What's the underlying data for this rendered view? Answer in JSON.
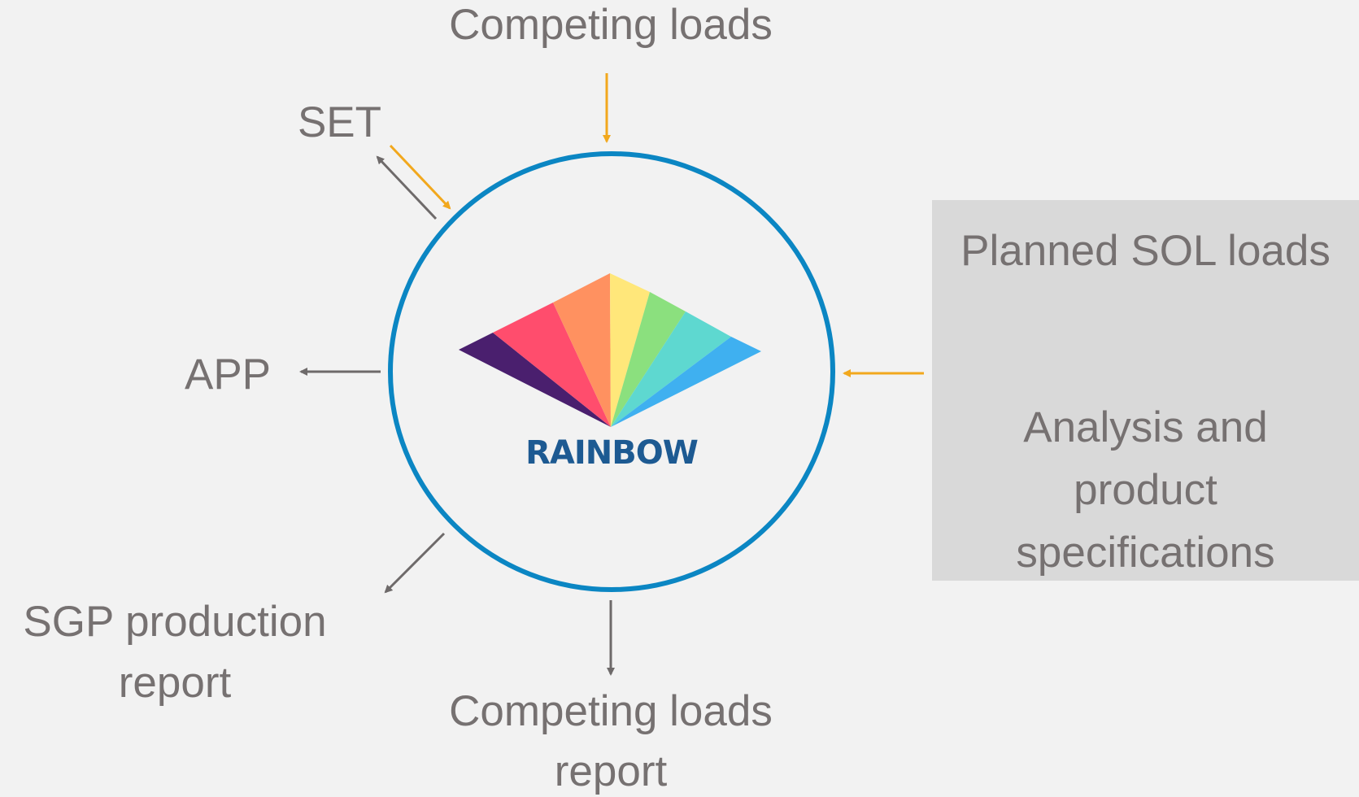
{
  "center": {
    "logo_text": "RAINBOW",
    "circle_color": "#0b86c3",
    "logo_colors": [
      "#4a1f6e",
      "#ff4d6d",
      "#ff9160",
      "#ffe77a",
      "#8be07e",
      "#5ed8d0",
      "#3fb0f0"
    ]
  },
  "labels": {
    "competing_loads_top": "Competing loads",
    "set": "SET",
    "app": "APP",
    "sgp_report_line1": "SGP production",
    "sgp_report_line2": "report",
    "competing_report_line1": "Competing loads",
    "competing_report_line2": "report"
  },
  "side_box": {
    "planned_sol_loads": "Planned SOL loads",
    "analysis_line1": "Analysis and",
    "analysis_line2": "product",
    "analysis_line3": "specifications"
  },
  "arrow_colors": {
    "input": "#f2a81d",
    "output": "#6e6a6a"
  }
}
